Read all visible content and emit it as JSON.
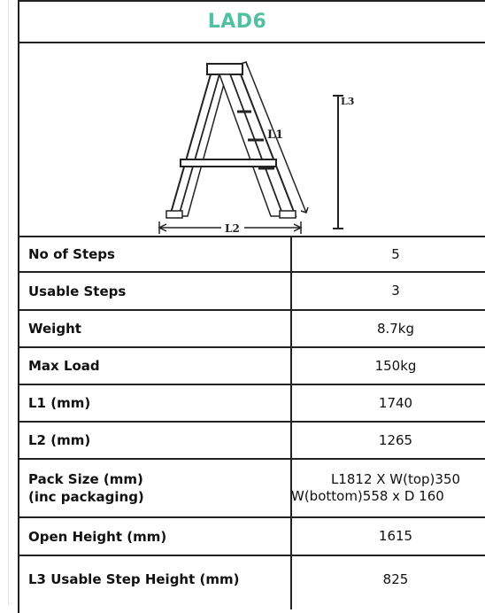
{
  "title": "LAD6",
  "diagram": {
    "labels": {
      "l1": "L1",
      "l2": "L2",
      "l3": "L3"
    }
  },
  "specs": [
    {
      "label": "No of Steps",
      "value": "5"
    },
    {
      "label": "Usable Steps",
      "value": "3"
    },
    {
      "label": "Weight",
      "value": "8.7kg"
    },
    {
      "label": "Max Load",
      "value": "150kg"
    },
    {
      "label": "L1 (mm)",
      "value": "1740"
    },
    {
      "label": "L2 (mm)",
      "value": "1265"
    },
    {
      "label_lines": [
        "Pack Size (mm)",
        "(inc packaging)"
      ],
      "value_lines": [
        "L1812 X W(top)350",
        "W(bottom)558 x D 160"
      ]
    },
    {
      "label": "Open Height (mm)",
      "value": "1615"
    },
    {
      "label": "L3 Usable Step Height (mm)",
      "value": "825"
    }
  ]
}
